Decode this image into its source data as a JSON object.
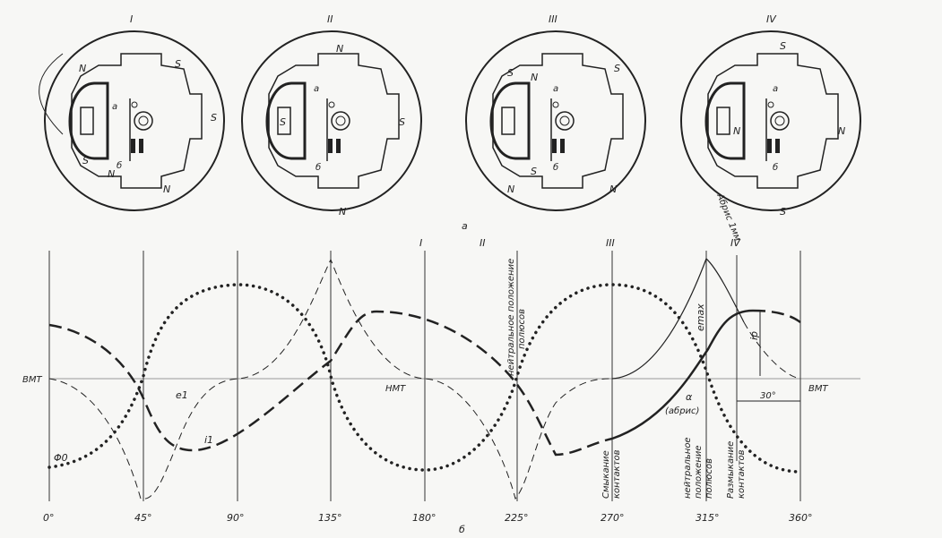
{
  "rotor_diagrams": [
    {
      "numeral": "I",
      "poles": [
        "N",
        "S",
        "N",
        "S",
        "S",
        "N"
      ],
      "letters": [
        "a",
        "б"
      ]
    },
    {
      "numeral": "II",
      "poles": [
        "N",
        "S",
        "S",
        "N"
      ],
      "letters": [
        "a",
        "б"
      ]
    },
    {
      "numeral": "III",
      "poles": [
        "S",
        "N",
        "N",
        "S",
        "S",
        "N"
      ],
      "letters": [
        "a",
        "б"
      ]
    },
    {
      "numeral": "IV",
      "poles": [
        "S",
        "N",
        "N",
        "S"
      ],
      "letters": [
        "a",
        "б"
      ],
      "abris": "Абрис 1мм"
    }
  ],
  "caption_top": "а",
  "caption_bottom": "б",
  "graph": {
    "angles": [
      "0°",
      "45°",
      "90°",
      "135°",
      "180°",
      "225°",
      "270°",
      "315°",
      "360°"
    ],
    "position_numerals": [
      "I",
      "II",
      "III",
      "IV"
    ],
    "bmt_left": "ВМТ",
    "bmt_right": "ВМТ",
    "nmt": "НМТ",
    "curve_labels": {
      "flux": "Φ0",
      "emf": "e1",
      "current": "i1",
      "emax": "emax",
      "ip": "ip"
    },
    "alpha": "α",
    "abris": "(абрис)",
    "angle_30": "30°",
    "neutral_225": [
      "нейтральное положение",
      "полюсов"
    ],
    "contacts_close": [
      "Смыкание",
      "контактов"
    ],
    "neutral_315": [
      "нейтральное",
      "положение",
      "полюсов"
    ],
    "contacts_open": [
      "Размыкание",
      "контактов"
    ]
  }
}
